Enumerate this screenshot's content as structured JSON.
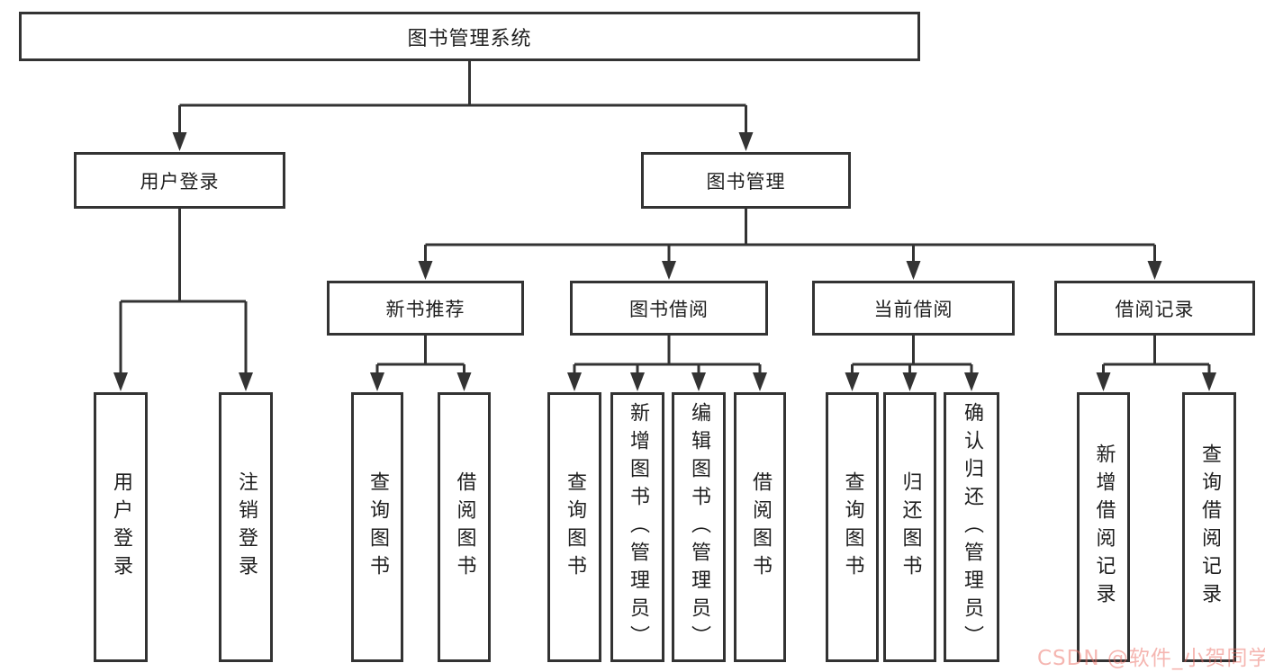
{
  "diagram": {
    "type": "tree-structure-diagram",
    "title": "图书管理系统"
  },
  "colors": {
    "line": "#333333",
    "box_border": "#333333",
    "box_background": "#ffffff",
    "text": "#1f1f1f",
    "watermark": "#eb9a94"
  },
  "nodes": {
    "root": {
      "label": "图书管理系统"
    },
    "user_login_branch": {
      "label": "用户登录"
    },
    "book_mgmt_branch": {
      "label": "图书管理"
    },
    "leaf_user_login": {
      "label": "用户登录"
    },
    "leaf_logout": {
      "label": "注销登录"
    },
    "new_book_rec": {
      "label": "新书推荐"
    },
    "book_borrow": {
      "label": "图书借阅"
    },
    "current_borrow": {
      "label": "当前借阅"
    },
    "borrow_record": {
      "label": "借阅记录"
    },
    "rec_query_book": {
      "label": "查询图书"
    },
    "rec_borrow_book": {
      "label": "借阅图书"
    },
    "bb_query_book": {
      "label": "查询图书"
    },
    "bb_add_book": {
      "label": "新增图书（管理员）"
    },
    "bb_edit_book": {
      "label": "编辑图书（管理员）"
    },
    "bb_borrow_book": {
      "label": "借阅图书"
    },
    "cb_query_book": {
      "label": "查询图书"
    },
    "cb_return_book": {
      "label": "归还图书"
    },
    "cb_confirm_return": {
      "label": "确认归还（管理员）"
    },
    "br_add_record": {
      "label": "新增借阅记录"
    },
    "br_query_record": {
      "label": "查询借阅记录"
    }
  },
  "hierarchy": {
    "图书管理系统": {
      "用户登录": [
        "用户登录",
        "注销登录"
      ],
      "图书管理": {
        "新书推荐": [
          "查询图书",
          "借阅图书"
        ],
        "图书借阅": [
          "查询图书",
          "新增图书（管理员）",
          "编辑图书（管理员）",
          "借阅图书"
        ],
        "当前借阅": [
          "查询图书",
          "归还图书",
          "确认归还（管理员）"
        ],
        "借阅记录": [
          "新增借阅记录",
          "查询借阅记录"
        ]
      }
    }
  },
  "watermark": {
    "text": "CSDN @软件_小贺同学"
  }
}
